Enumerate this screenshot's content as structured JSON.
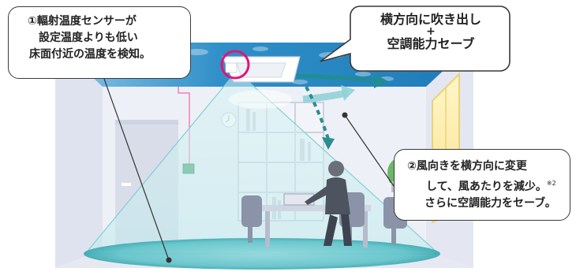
{
  "callouts": {
    "sensor": {
      "line1": "①輻射温度センサーが",
      "line2": "設定温度よりも低い",
      "line3": "床面付近の温度を検知。"
    },
    "airflow": {
      "line1": "横方向に吹き出し",
      "line2": "+",
      "line3": "空調能力セーブ"
    },
    "direction": {
      "line1": "②風向きを横方向に変更",
      "line2": "して、風あたりを減少。",
      "note_mark": "※2",
      "line3": "さらに空調能力をセーブ。"
    }
  },
  "colors": {
    "ceiling_blue": "#2f8fc8",
    "airflow_arrow": "#2a8d92",
    "sensor_ring": "#e0147a",
    "detection_cone": "#8fd8dc",
    "wall": "#eaedf5"
  },
  "icons": [
    "clock-icon",
    "plant-icon",
    "office-worker-figure",
    "ceiling-air-conditioner"
  ]
}
